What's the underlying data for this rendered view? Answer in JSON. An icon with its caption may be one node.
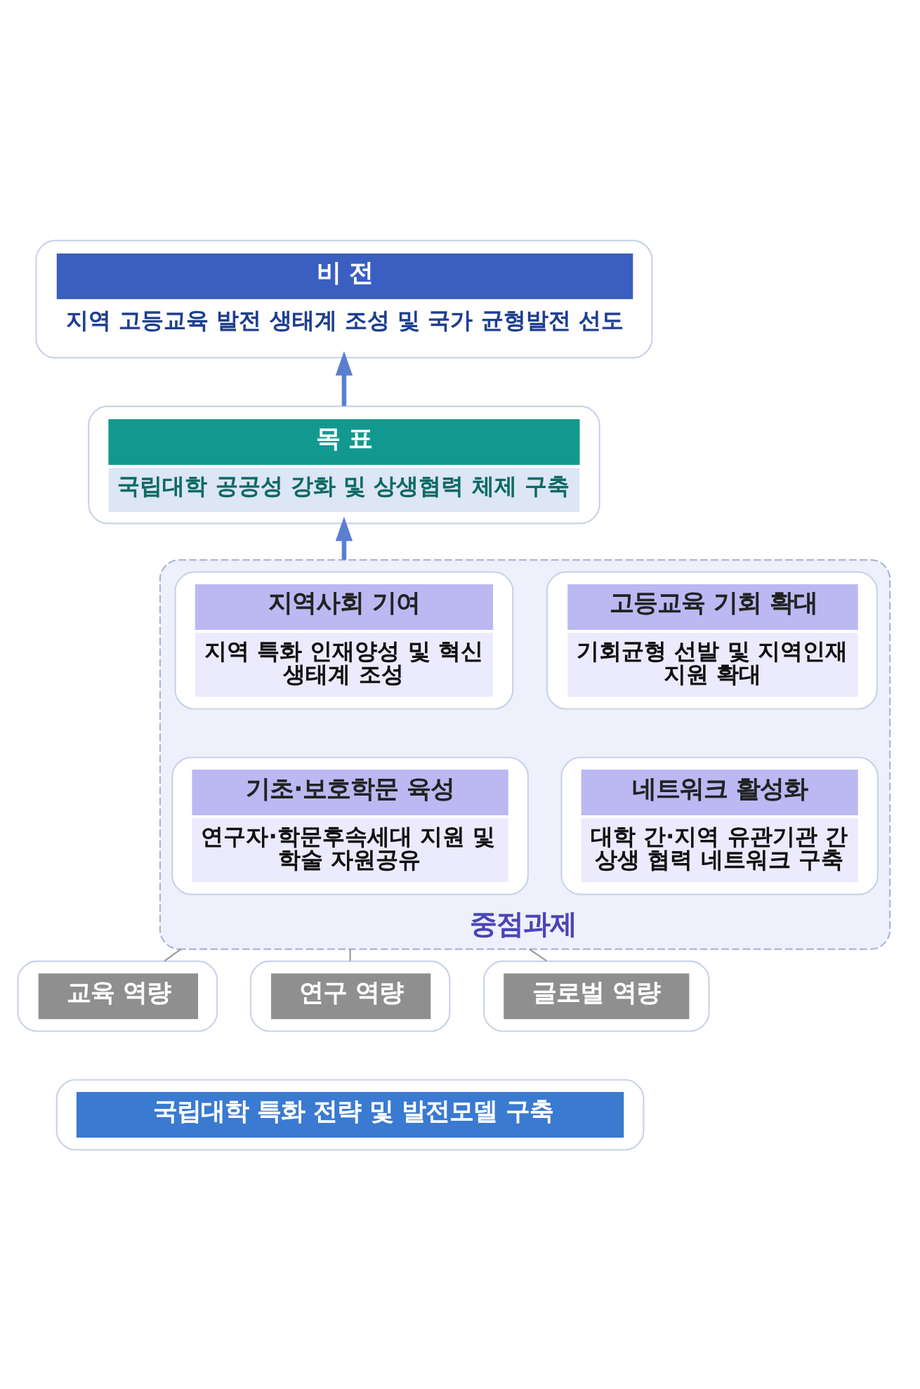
{
  "diagram": {
    "nodes": [
      {
        "text": [
          "비 전",
          "지역 고등교육 발전 생태계 조성 및 국가 균형발전 선도"
        ]
      },
      {
        "text": [
          "목 표",
          "국립대학 공공성 강화 및 상생협력 체제 구축"
        ]
      },
      {
        "text": [
          "중점과제"
        ]
      },
      {
        "text": [
          "지역사회 기여",
          "지역 특화 인재양성 및 혁신 생태계 조성"
        ],
        "in": 2
      },
      {
        "text": [
          "고등교육 기회 확대",
          "기회균형 선발 및 지역인재 지원 확대"
        ],
        "in": 2
      },
      {
        "text": [
          "기초·보호학문 육성",
          "연구자·학문후속세대 지원 및 학술 자원공유"
        ],
        "in": 2
      },
      {
        "text": [
          "네트워크 활성화",
          "대학 간·지역 유관기관 간 상생 협력 네트워크 구축"
        ],
        "in": 2
      },
      {
        "text": [
          "교육 역량"
        ]
      },
      {
        "text": [
          "연구 역량"
        ]
      },
      {
        "text": [
          "글로벌 역량"
        ]
      },
      {
        "text": [
          "국립대학 특화 전략 및 발전모델 구축"
        ]
      }
    ],
    "edges": [
      {
        "from": 2,
        "to": 1,
        "arrow": "to",
        "style": "thick"
      },
      {
        "from": 1,
        "to": 0,
        "arrow": "to",
        "style": "thick"
      },
      {
        "from": 2,
        "to": 7,
        "arrow": "none"
      },
      {
        "from": 2,
        "to": 8,
        "arrow": "none"
      },
      {
        "from": 2,
        "to": 9,
        "arrow": "none"
      }
    ]
  }
}
